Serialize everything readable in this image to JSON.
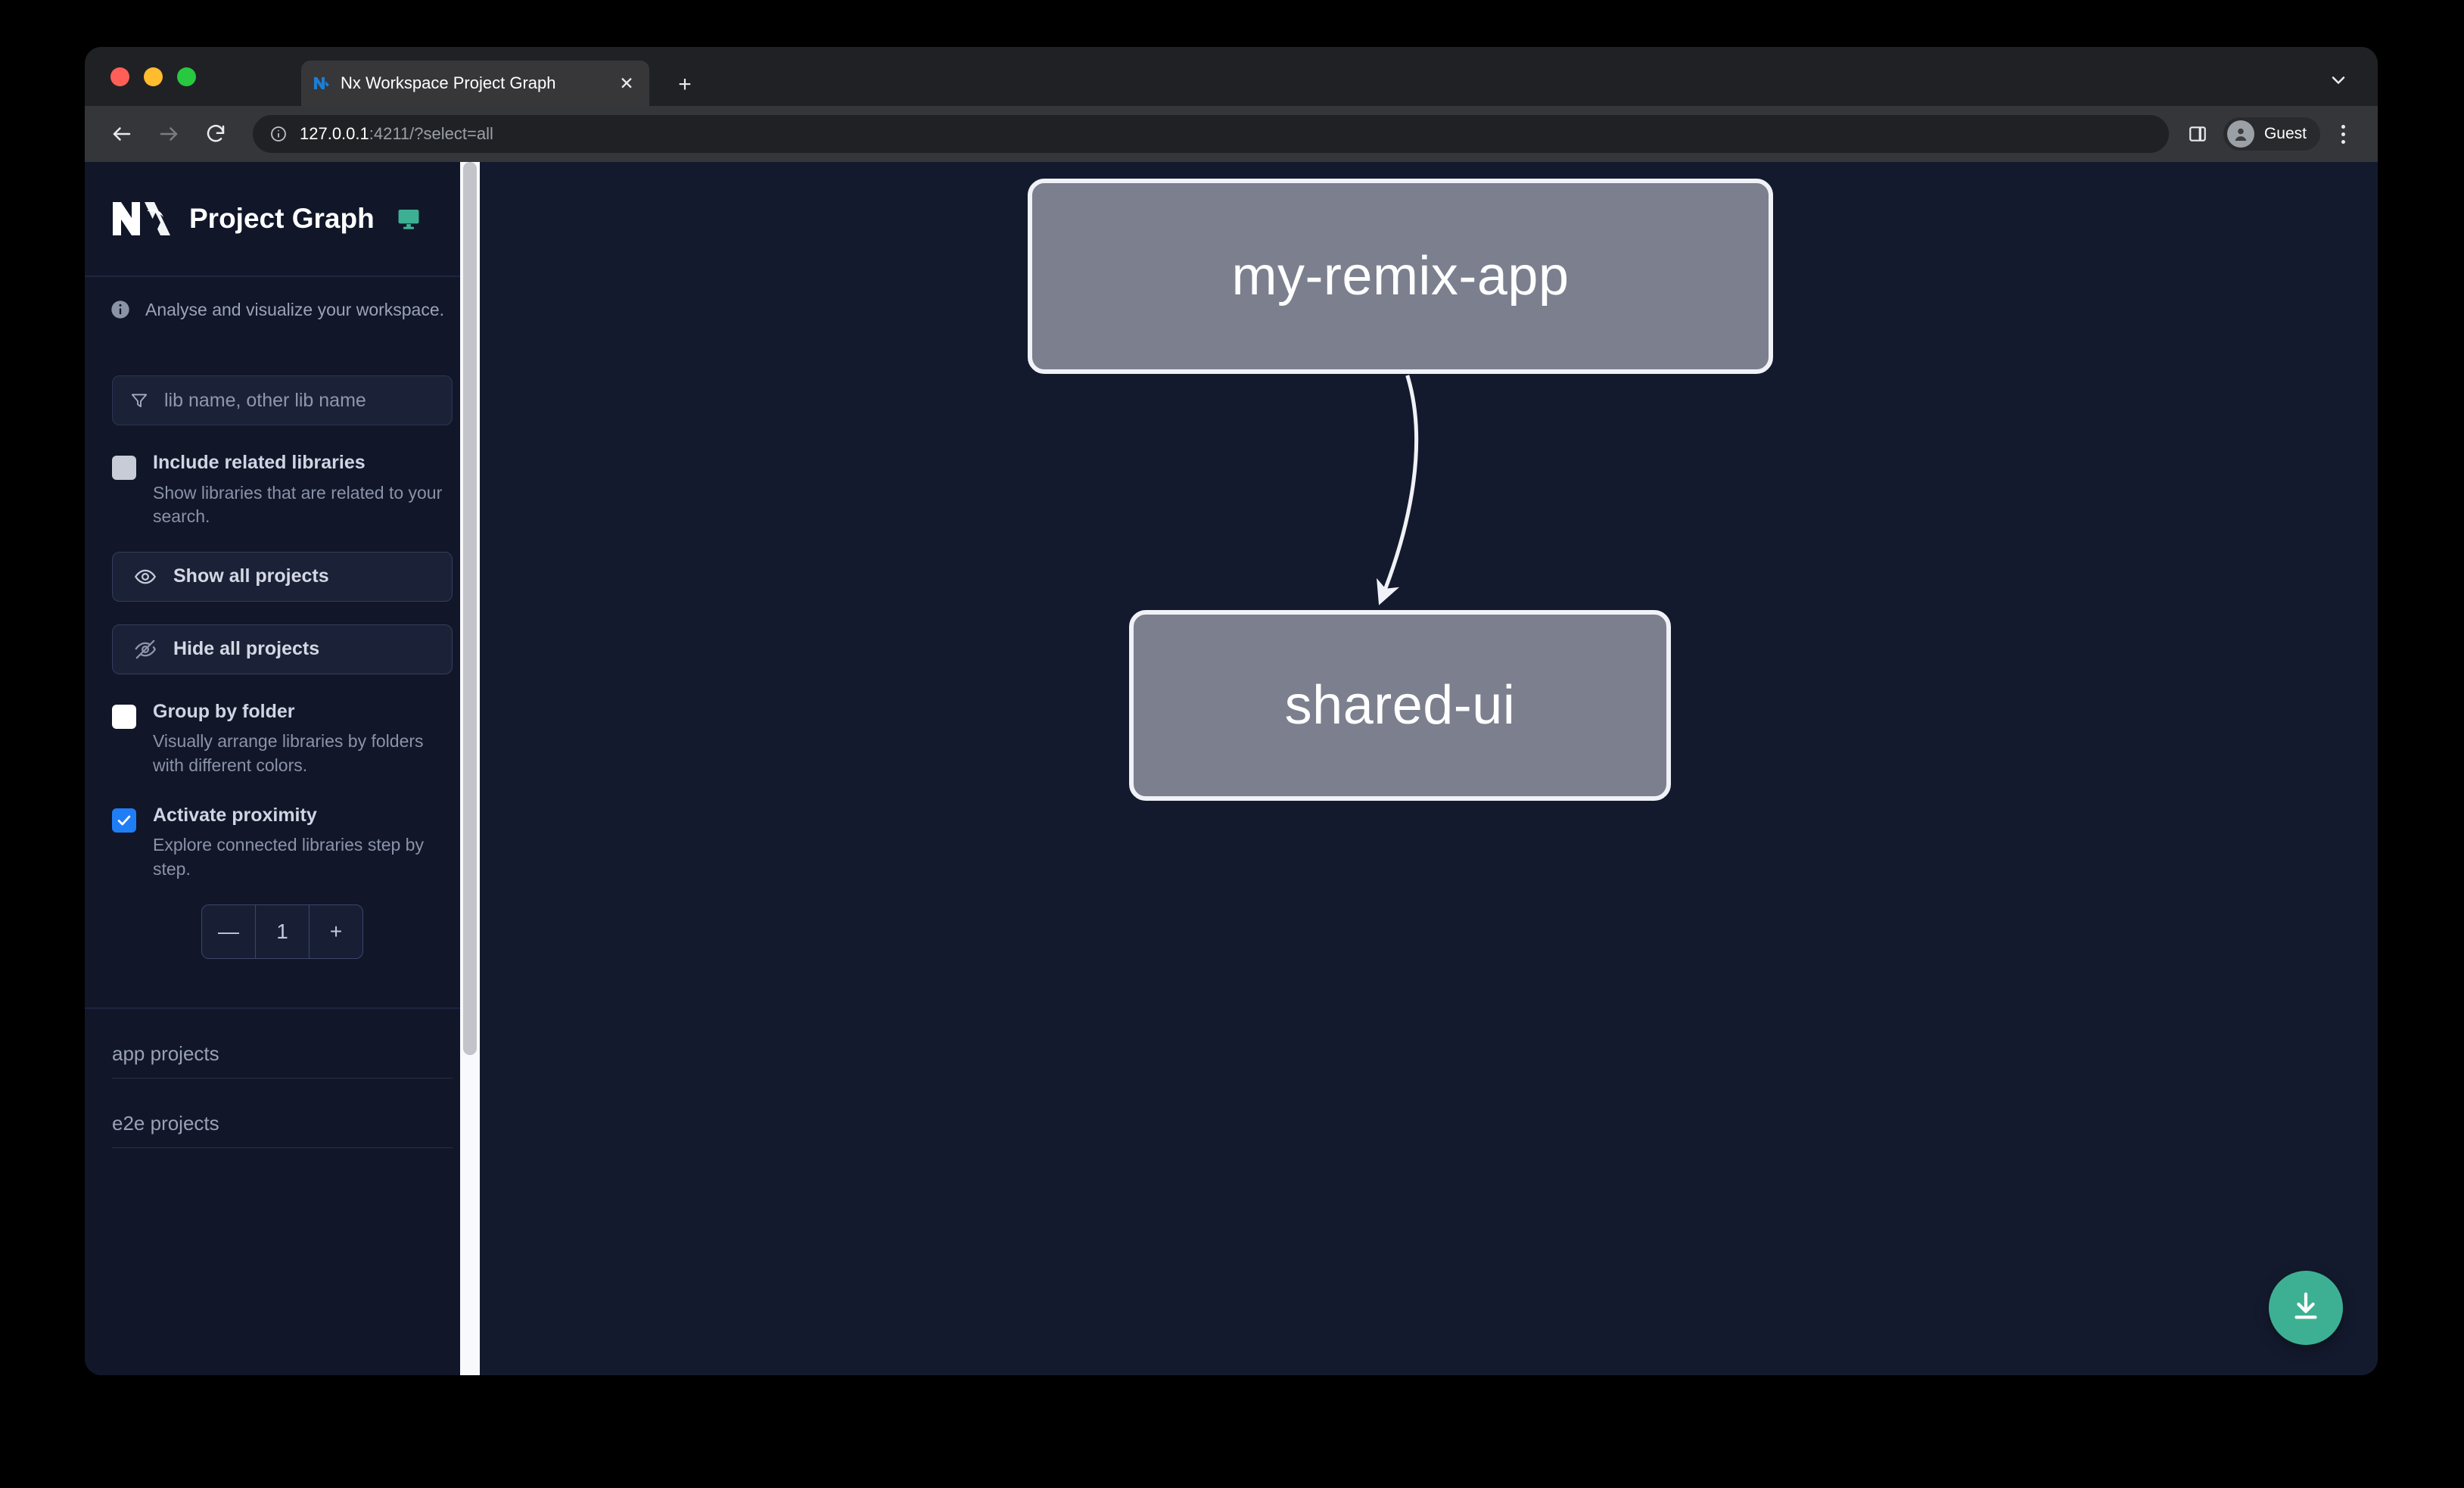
{
  "browser": {
    "tab": {
      "title": "Nx Workspace Project Graph",
      "favicon_icon": "nx-logo-icon",
      "close_icon": "close-icon"
    },
    "new_tab_icon": "plus-icon",
    "tab_list_chevron_icon": "chevron-down-icon",
    "toolbar": {
      "back_icon": "arrow-left-icon",
      "forward_icon": "arrow-right-icon",
      "reload_icon": "reload-icon",
      "site_info_icon": "info-circle-icon",
      "url_host": "127.0.0.1",
      "url_rest": ":4211/?select=all",
      "side_panel_icon": "side-panel-icon",
      "profile_name": "Guest",
      "profile_avatar_icon": "user-avatar-icon",
      "menu_icon": "three-dots-vertical-icon"
    }
  },
  "sidebar": {
    "logo_icon": "nx-logo-icon",
    "title": "Project Graph",
    "monitor_icon": "monitor-icon",
    "info_icon": "info-circle-icon",
    "subtitle": "Analyse and visualize your workspace.",
    "search": {
      "filter_icon": "filter-funnel-icon",
      "placeholder": "lib name, other lib name",
      "value": ""
    },
    "include_related": {
      "label": "Include related libraries",
      "description": "Show libraries that are related to your search.",
      "checked": false
    },
    "show_all_projects": {
      "label": "Show all projects",
      "icon": "eye-icon"
    },
    "hide_all_projects": {
      "label": "Hide all projects",
      "icon": "eye-off-icon"
    },
    "group_by_folder": {
      "label": "Group by folder",
      "description": "Visually arrange libraries by folders with different colors.",
      "checked": false
    },
    "activate_proximity": {
      "label": "Activate proximity",
      "description": "Explore connected libraries step by step.",
      "checked": true
    },
    "proximity_stepper": {
      "decrement_label": "—",
      "value": "1",
      "increment_label": "+"
    },
    "project_groups": [
      {
        "label": "app projects"
      },
      {
        "label": "e2e projects"
      }
    ]
  },
  "graph": {
    "nodes": [
      {
        "id": "my-remix-app",
        "label": "my-remix-app"
      },
      {
        "id": "shared-ui",
        "label": "shared-ui"
      }
    ],
    "edges": [
      {
        "from": "my-remix-app",
        "to": "shared-ui"
      }
    ],
    "download_button": {
      "icon": "download-icon"
    }
  },
  "colors": {
    "sidebar_bg": "#111629",
    "canvas_bg": "#141a2e",
    "node_fill": "#7b7f8e",
    "node_border": "#f0f2f7",
    "accent_green": "#3db093",
    "accent_blue": "#1f7ef5"
  }
}
